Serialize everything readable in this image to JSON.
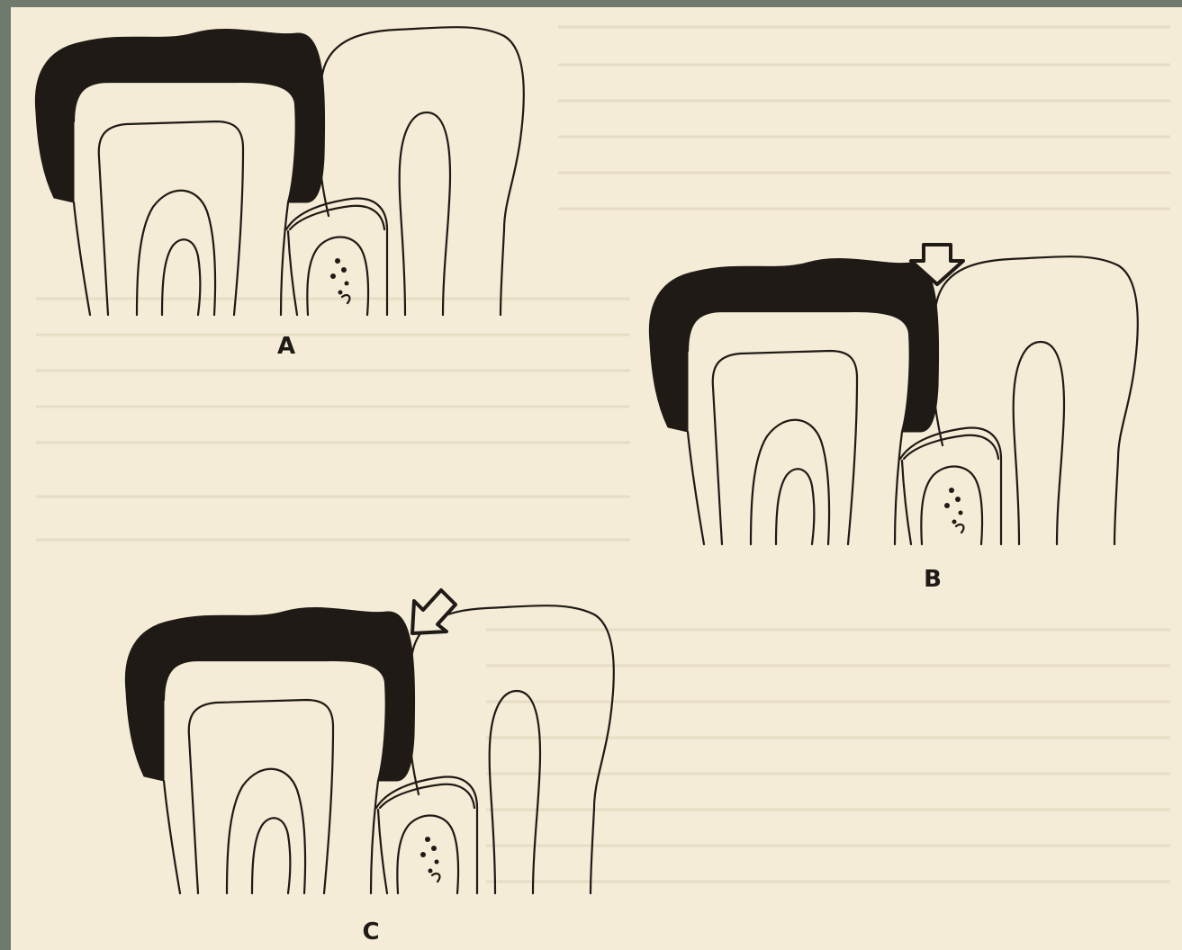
{
  "panels": [
    {
      "label": "A",
      "arrow": "none"
    },
    {
      "label": "B",
      "arrow": "down"
    },
    {
      "label": "C",
      "arrow": "diagonal"
    }
  ],
  "colors": {
    "background_frame": "#6f7a6c",
    "paper": "#f4ecd6",
    "ink": "#1f1a15"
  }
}
